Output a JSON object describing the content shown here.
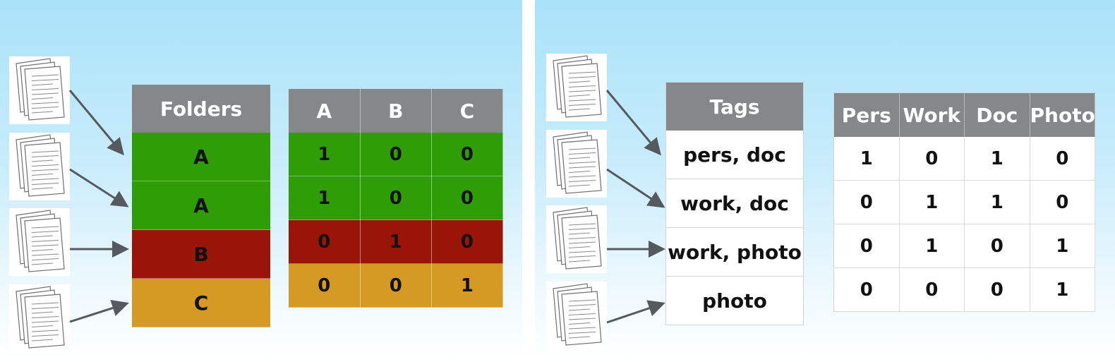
{
  "colors": {
    "green": "#2f9d06",
    "red": "#991507",
    "gold": "#d49a24",
    "header": "#858788"
  },
  "folders": {
    "header": "Folders",
    "rows": [
      {
        "label": "A",
        "color": "#2f9d06"
      },
      {
        "label": "A",
        "color": "#2f9d06"
      },
      {
        "label": "B",
        "color": "#991507"
      },
      {
        "label": "C",
        "color": "#d49a24"
      }
    ]
  },
  "folder_matrix": {
    "columns": [
      "A",
      "B",
      "C"
    ],
    "rows": [
      {
        "color": "#2f9d06",
        "values": [
          "1",
          "0",
          "0"
        ]
      },
      {
        "color": "#2f9d06",
        "values": [
          "1",
          "0",
          "0"
        ]
      },
      {
        "color": "#991507",
        "values": [
          "0",
          "1",
          "0"
        ]
      },
      {
        "color": "#d49a24",
        "values": [
          "0",
          "0",
          "1"
        ]
      }
    ]
  },
  "tags": {
    "header": "Tags",
    "rows": [
      "pers, doc",
      "work, doc",
      "work, photo",
      "photo"
    ]
  },
  "tag_matrix": {
    "columns": [
      "Pers",
      "Work",
      "Doc",
      "Photo"
    ],
    "rows": [
      [
        "1",
        "0",
        "1",
        "0"
      ],
      [
        "0",
        "1",
        "1",
        "0"
      ],
      [
        "0",
        "1",
        "0",
        "1"
      ],
      [
        "0",
        "0",
        "0",
        "1"
      ]
    ]
  }
}
